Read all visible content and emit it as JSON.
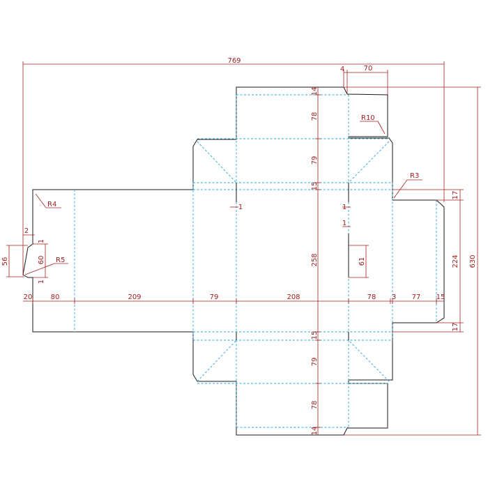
{
  "colors": {
    "cut": "#1a1a1a",
    "fold": "#2aa5d8",
    "dimension": "#a81e1e"
  },
  "dimensions": {
    "overall_width": "769",
    "overall_height": "630",
    "top_small": "4",
    "top_flap": "70",
    "d14_top": "14",
    "d78_top": "78",
    "d79_top": "79",
    "d15_top": "15",
    "d258": "258",
    "d15_bottom": "15",
    "d79_bottom": "79",
    "d78_bottom": "78",
    "d14_bottom": "14",
    "d61": "61",
    "d1_left": "1",
    "d1_right": "1",
    "d1_slot": "1",
    "left_2": "2",
    "left_56": "56",
    "left_60": "60",
    "left_1_top": "1",
    "left_1_bottom": "1",
    "right_17_top": "17",
    "right_224": "224",
    "right_17_bottom": "17",
    "row": [
      "20",
      "80",
      "209",
      "79",
      "208",
      "78",
      "3",
      "77",
      "15"
    ]
  },
  "radii": {
    "r4": "R4",
    "r5": "R5",
    "r10": "R10",
    "r3": "R3"
  }
}
